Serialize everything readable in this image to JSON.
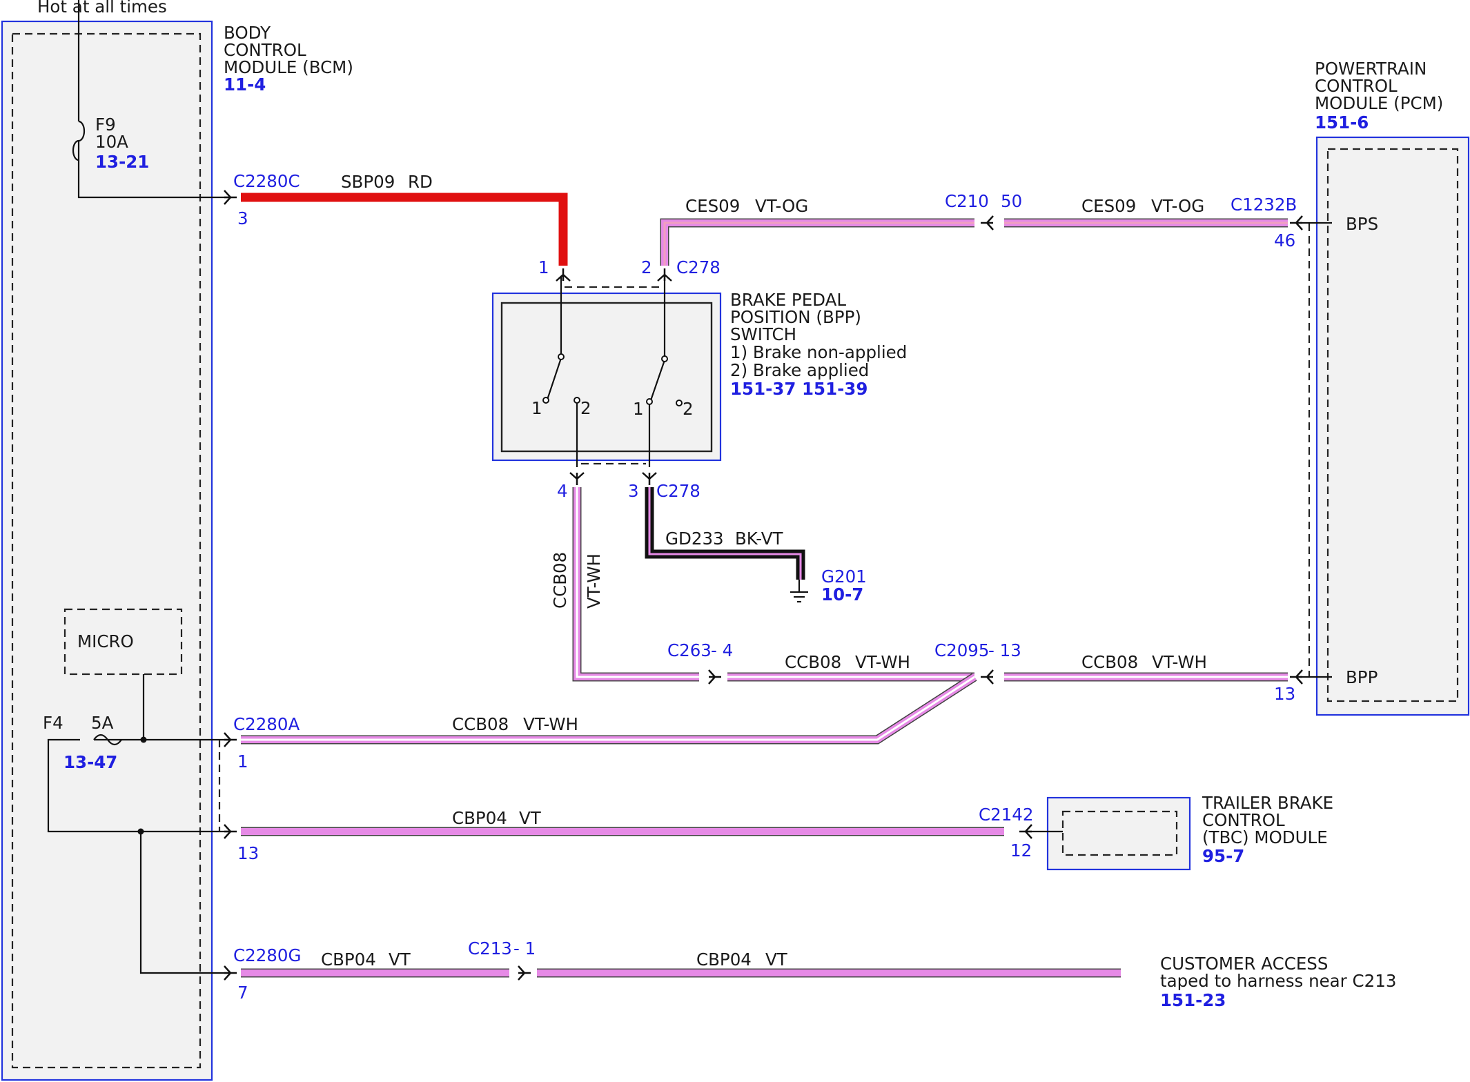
{
  "top_label": "Hot at all times",
  "bcm": {
    "title_lines": [
      "BODY",
      "CONTROL",
      "MODULE (BCM)"
    ],
    "ref": "11-4",
    "fuse_f9": {
      "name": "F9",
      "rating": "10A",
      "ref": "13-21"
    },
    "fuse_f4": {
      "name": "F4",
      "rating": "5A",
      "ref": "13-47"
    },
    "micro_label": "MICRO"
  },
  "pcm": {
    "title_lines": [
      "POWERTRAIN",
      "CONTROL",
      "MODULE (PCM)"
    ],
    "ref": "151-6",
    "pin_bps": "BPS",
    "pin_bpp": "BPP"
  },
  "bpp_switch": {
    "title_lines": [
      "BRAKE PEDAL",
      "POSITION (BPP)",
      "SWITCH",
      "1) Brake non-applied",
      "2) Brake applied"
    ],
    "ref1": "151-37",
    "ref2": "151-39",
    "pos1": "1",
    "pos2": "2"
  },
  "tbc": {
    "title_lines": [
      "TRAILER BRAKE",
      "CONTROL",
      "(TBC) MODULE"
    ],
    "ref": "95-7"
  },
  "customer_access": {
    "title_lines": [
      "CUSTOMER ACCESS",
      "taped to harness near C213"
    ],
    "ref": "151-23"
  },
  "ground": {
    "name": "G201",
    "ref": "10-7"
  },
  "connectors": {
    "c2280c": "C2280C",
    "c2280c_pin": "3",
    "c278": "C278",
    "c278_pin1": "1",
    "c278_pin2": "2",
    "c278_pin3": "3",
    "c278_pin4": "4",
    "c210": "C210",
    "c210_pin": "50",
    "c1232b": "C1232B",
    "c1232b_pin46": "46",
    "c1232b_pin13": "13",
    "c263": "C263",
    "c263_pin": "- 4",
    "c2095": "C2095",
    "c2095_pin": "- 13",
    "c2280a": "C2280A",
    "c2280a_pin": "1",
    "c2280a_pin13": "13",
    "c2142": "C2142",
    "c2142_pin": "12",
    "c2280g": "C2280G",
    "c2280g_pin": "7",
    "c213": "C213",
    "c213_pin": "- 1"
  },
  "wires": {
    "sbp09": {
      "circuit": "SBP09",
      "color": "RD"
    },
    "ces09": {
      "circuit": "CES09",
      "color": "VT-OG"
    },
    "ccb08": {
      "circuit": "CCB08",
      "color": "VT-WH"
    },
    "gd233": {
      "circuit": "GD233",
      "color": "BK-VT"
    },
    "cbp04": {
      "circuit": "CBP04",
      "color": "VT"
    }
  },
  "colors": {
    "module_outline": "#2233dd",
    "connector_text": "#1f1fe0",
    "wire_red": "#e01010",
    "wire_violet": "#e68ae6",
    "wire_violet_stripe": "#ffffff",
    "wire_orange_stripe": "#f0a0c0",
    "wire_black": "#111111"
  }
}
